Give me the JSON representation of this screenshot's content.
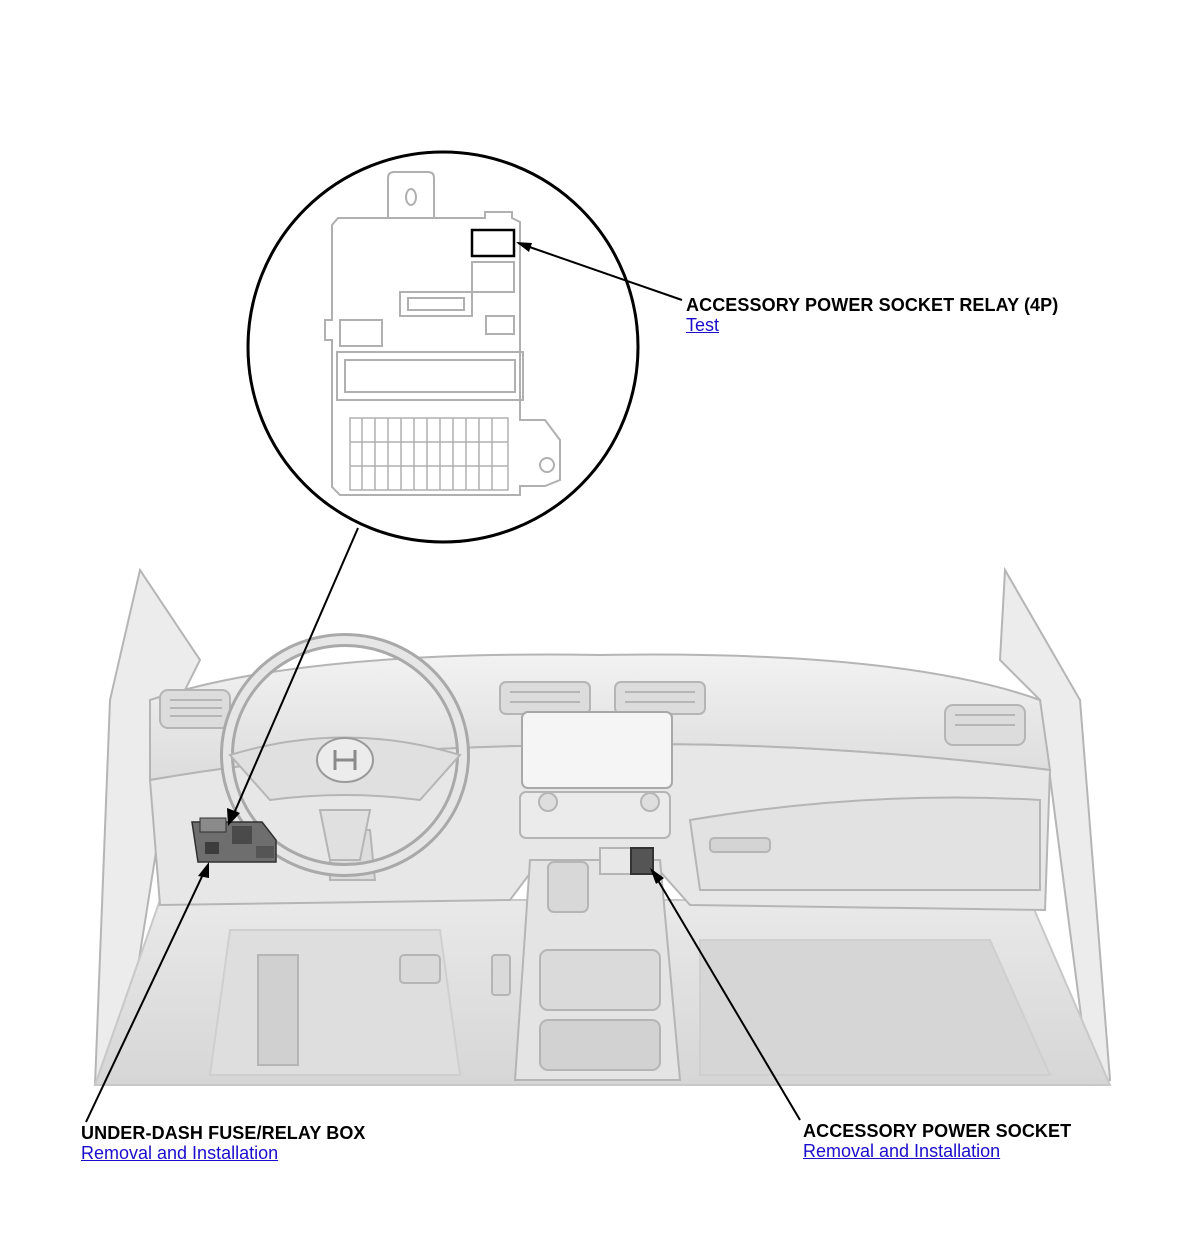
{
  "callouts": {
    "relay": {
      "title": "ACCESSORY POWER SOCKET RELAY (4P)",
      "link": "Test"
    },
    "fusebox": {
      "title": "UNDER-DASH FUSE/RELAY BOX",
      "link": "Removal and Installation"
    },
    "socket": {
      "title": "ACCESSORY POWER SOCKET",
      "link": "Removal and Installation"
    }
  },
  "colors": {
    "link": "#1a0dcc",
    "line": "#000000",
    "drawing": "#bdbdbd"
  }
}
